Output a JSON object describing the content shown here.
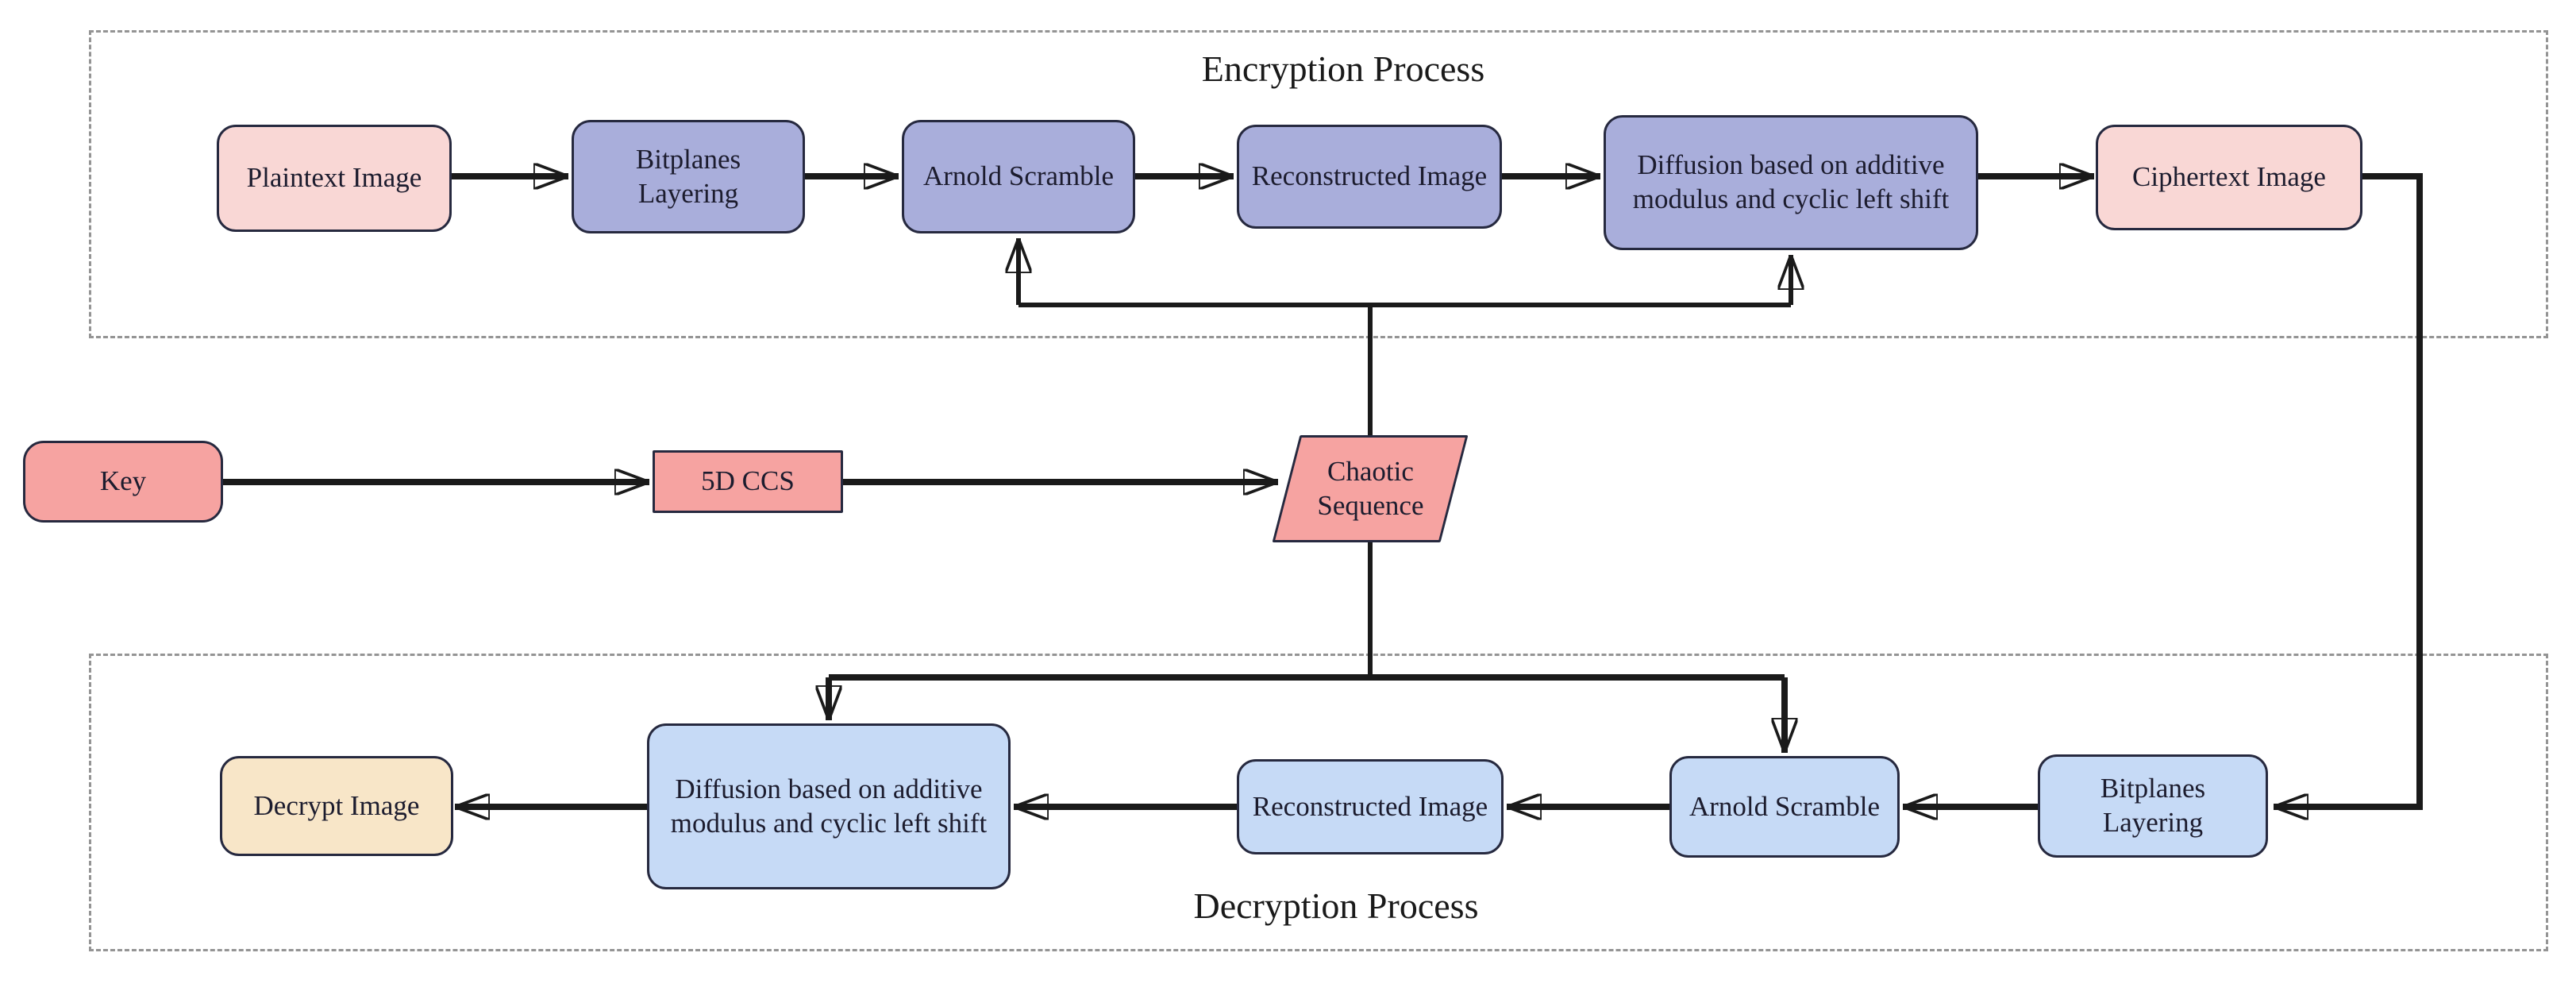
{
  "encryption": {
    "title": "Encryption Process",
    "plaintext": "Plaintext Image",
    "bitplanes": "Bitplanes Layering",
    "arnold": "Arnold Scramble",
    "reconstructed": "Reconstructed Image",
    "diffusion": "Diffusion based on additive modulus and cyclic left shift",
    "ciphertext": "Ciphertext Image"
  },
  "key_path": {
    "key": "Key",
    "ccs": "5D CCS",
    "chaotic": "Chaotic Sequence"
  },
  "decryption": {
    "title": "Decryption Process",
    "bitplanes": "Bitplanes Layering",
    "arnold": "Arnold Scramble",
    "reconstructed": "Reconstructed Image",
    "diffusion": "Diffusion based on additive modulus and cyclic left shift",
    "decrypt": "Decrypt Image"
  },
  "colors": {
    "plain_cipher_fill": "#f9d7d5",
    "encryption_step_fill": "#a9aedb",
    "key_chain_fill": "#f6a3a1",
    "decryption_step_fill": "#c6daf6",
    "decrypt_result_fill": "#f8e6c8",
    "node_border": "#26293f",
    "connector": "#1a1a1a",
    "group_border_dashed": "#949494"
  }
}
